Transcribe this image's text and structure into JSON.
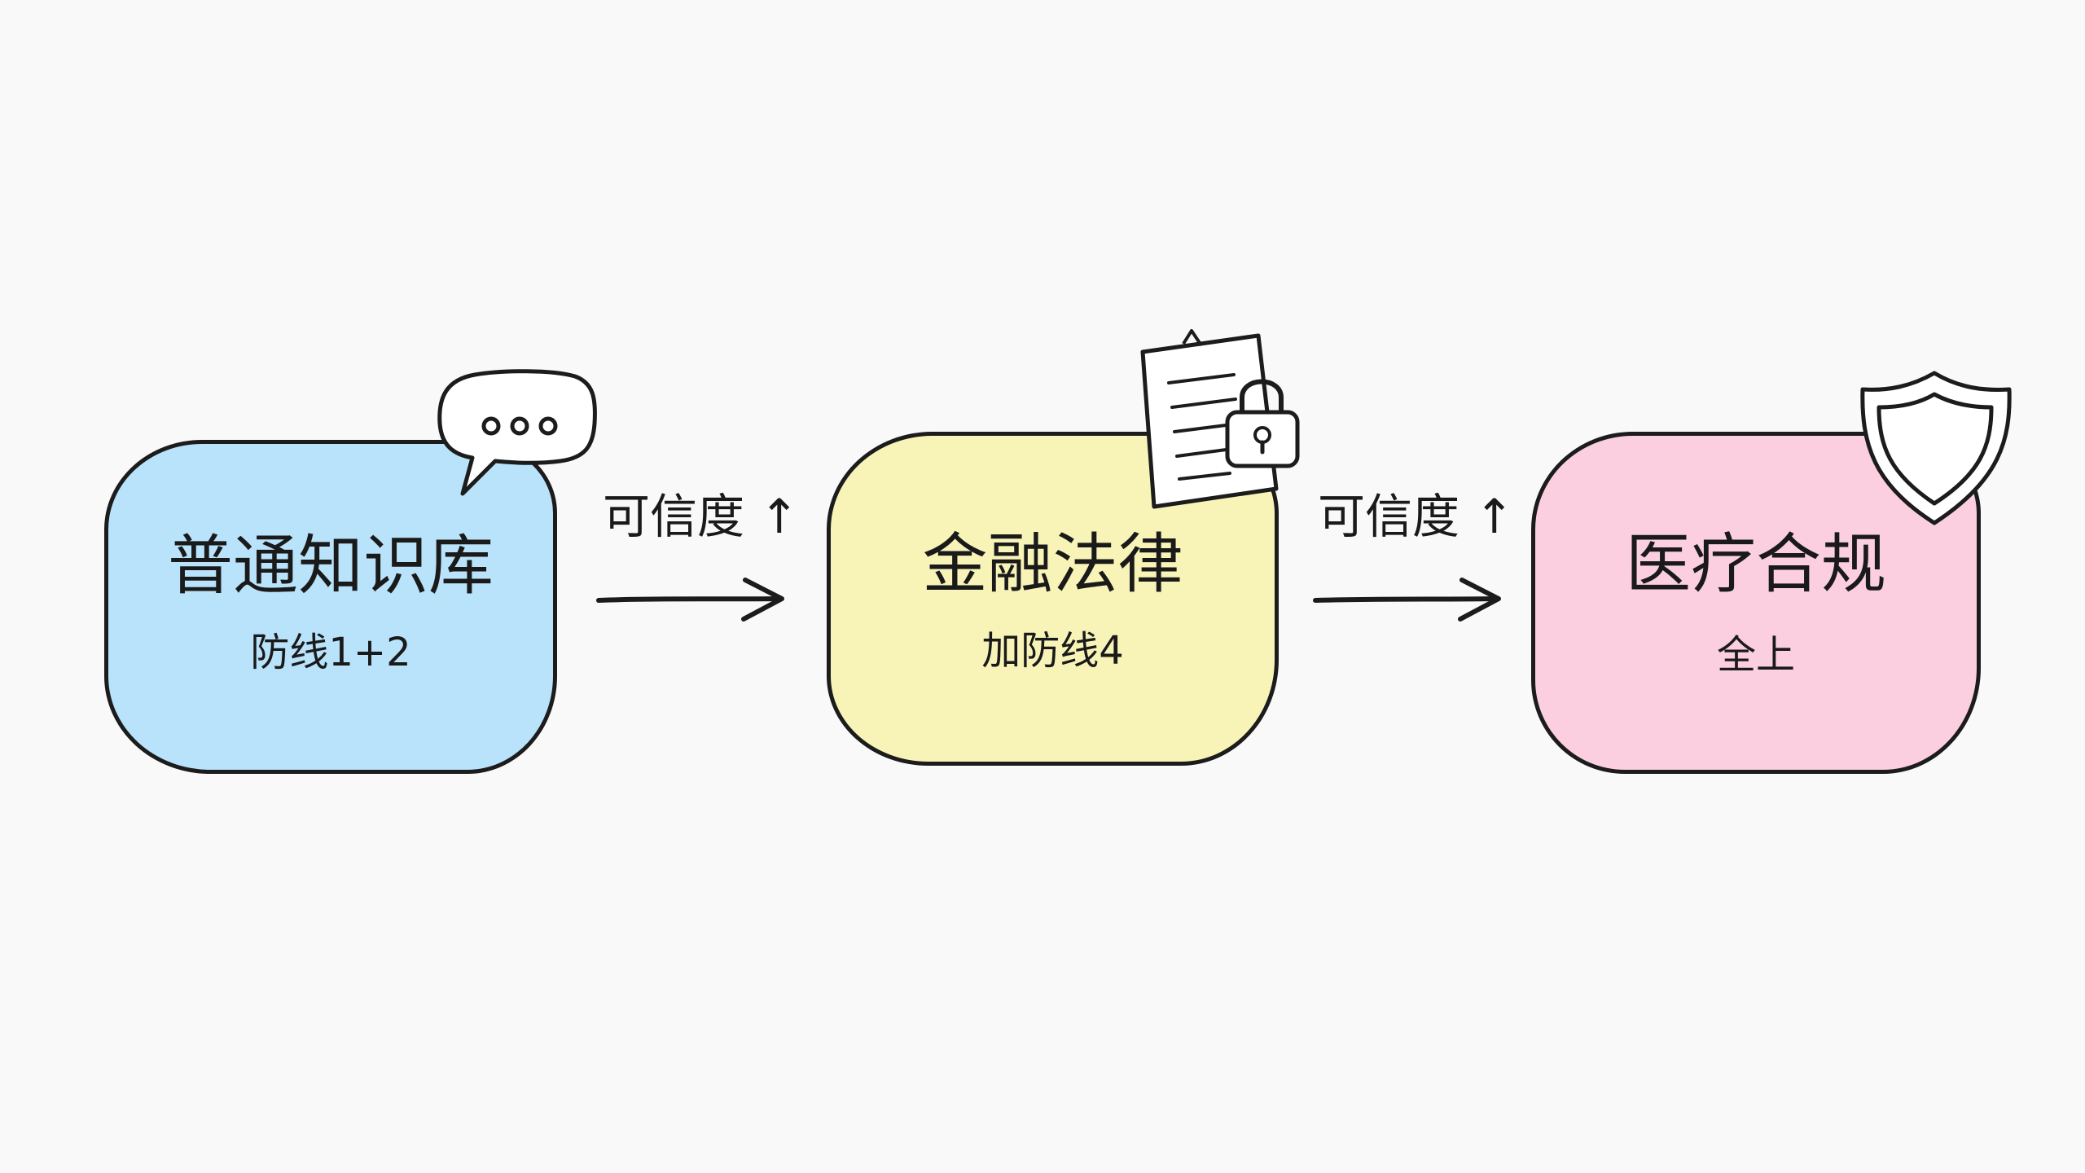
{
  "diagram": {
    "stages": [
      {
        "title": "普通知识库",
        "subtitle": "防线1+2",
        "fill": "#b9e2fb",
        "icon": "speech-bubble-icon"
      },
      {
        "title": "金融法律",
        "subtitle": "加防线4",
        "fill": "#f8f4b8",
        "icon": "locked-document-icon"
      },
      {
        "title": "医疗合规",
        "subtitle": "全上",
        "fill": "#fbcfe0",
        "icon": "shield-icon"
      }
    ],
    "arrows": [
      {
        "label": "可信度 ↑"
      },
      {
        "label": "可信度 ↑"
      }
    ],
    "colors": {
      "stroke": "#1c1c1c",
      "background": "#f9f9f9"
    }
  }
}
